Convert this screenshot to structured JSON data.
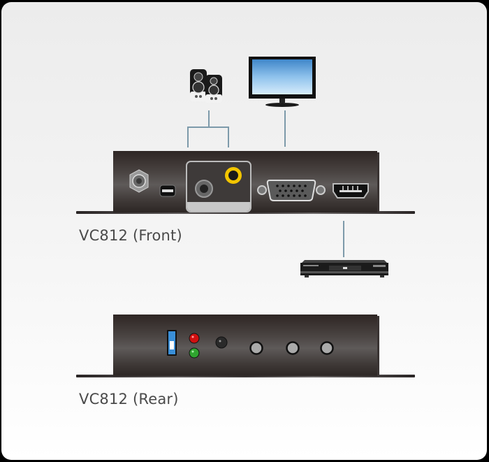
{
  "diagram": {
    "title": "VC812 connection diagram",
    "devices": {
      "speakers": {
        "name": "speakers-icon"
      },
      "monitor": {
        "name": "monitor-icon"
      },
      "player": {
        "name": "dvd-player-icon"
      }
    },
    "front": {
      "label": "VC812 (Front)",
      "ports": [
        "power-jack",
        "mini-usb",
        "audio-3.5mm",
        "coaxial-audio",
        "vga-port",
        "hdmi-port"
      ]
    },
    "rear": {
      "label": "VC812 (Rear)",
      "controls": [
        "dip-switch",
        "led-red",
        "led-green",
        "ir-sensor",
        "button-1",
        "button-2",
        "button-3"
      ]
    },
    "colors": {
      "wire": "#7d9aaa",
      "box": "#4a4442",
      "coax": "#f2c500",
      "led_red": "#d01010",
      "led_green": "#2fa52f",
      "switch": "#3a8fd8",
      "label": "#4a4a4a"
    }
  }
}
